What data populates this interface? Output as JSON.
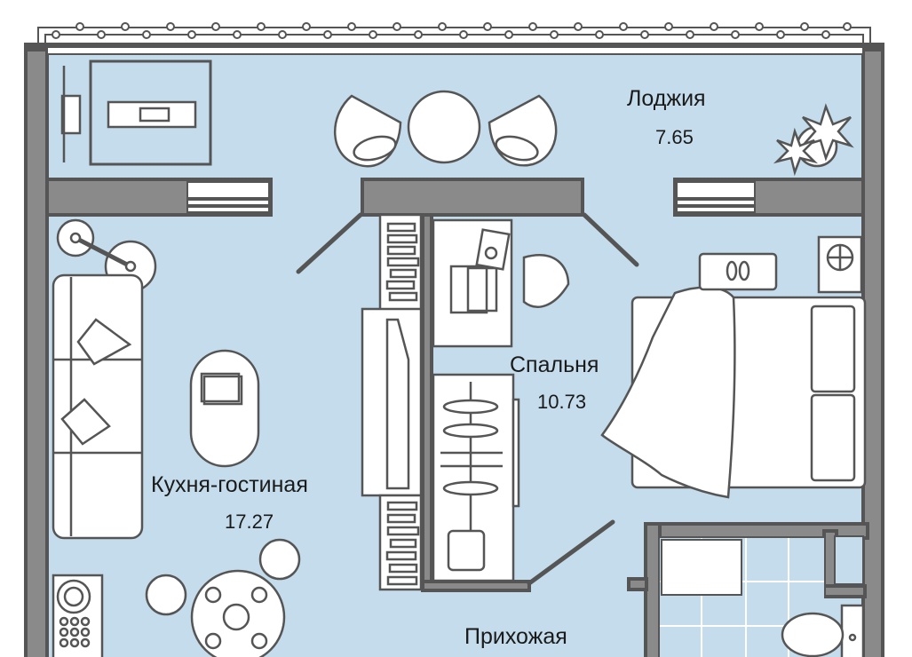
{
  "plan": {
    "colors": {
      "floor": "#c4dceb",
      "wall_fill": "#8a8a8a",
      "wall_stroke": "#555555",
      "furniture": "#ffffff",
      "tile_line": "#ffffff"
    },
    "rooms": [
      {
        "id": "loggia",
        "name": "Лоджия",
        "area": "7.65"
      },
      {
        "id": "bedroom",
        "name": "Спальня",
        "area": "10.73"
      },
      {
        "id": "kitchen-living",
        "name": "Кухня-гостиная",
        "area": "17.27"
      },
      {
        "id": "hallway",
        "name": "Прихожая",
        "area": ""
      }
    ]
  }
}
